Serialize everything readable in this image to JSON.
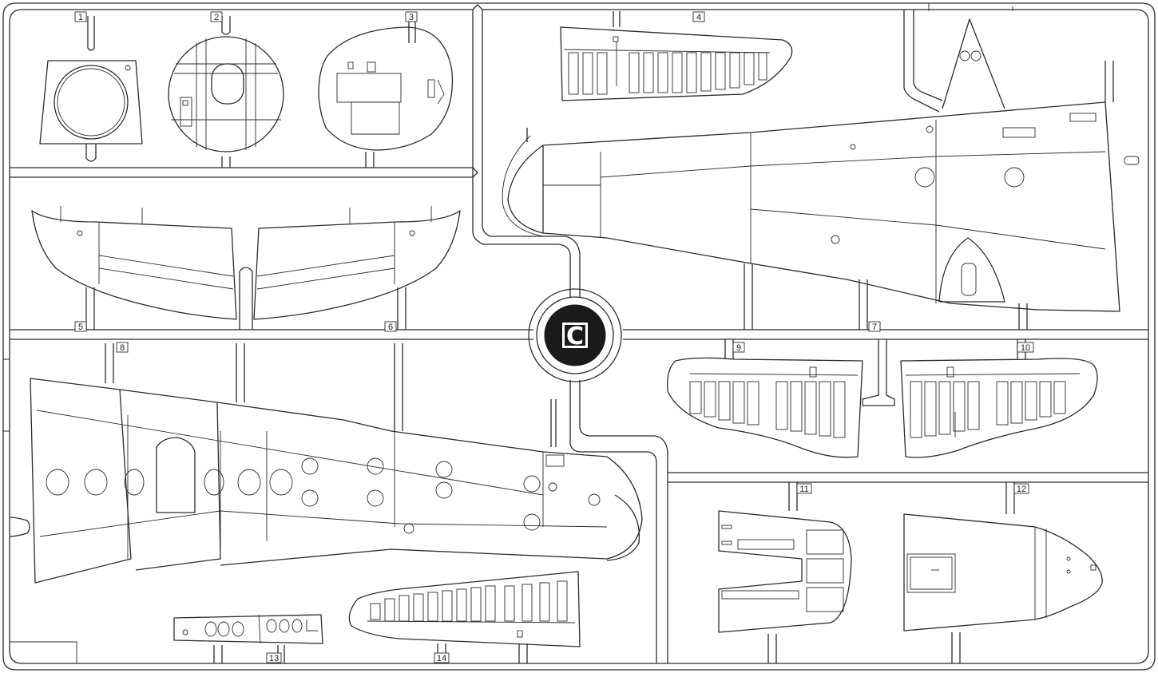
{
  "sprue": {
    "letter": "C",
    "parts": [
      {
        "number": "1"
      },
      {
        "number": "2"
      },
      {
        "number": "3"
      },
      {
        "number": "4"
      },
      {
        "number": "5"
      },
      {
        "number": "6"
      },
      {
        "number": "7"
      },
      {
        "number": "8"
      },
      {
        "number": "9"
      },
      {
        "number": "10"
      },
      {
        "number": "11"
      },
      {
        "number": "12"
      },
      {
        "number": "13"
      },
      {
        "number": "14"
      }
    ]
  },
  "colors": {
    "line": "#2b2b2b",
    "background": "#ffffff",
    "badge": "#1a1a1a"
  }
}
